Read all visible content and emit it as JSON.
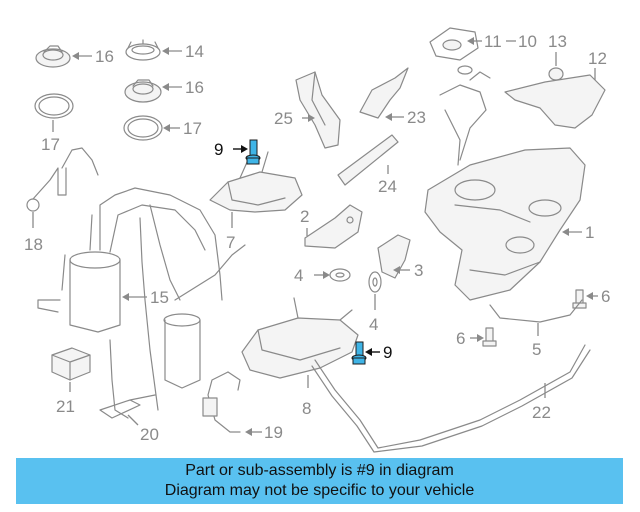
{
  "diagram": {
    "callouts": {
      "c1": "1",
      "c2": "2",
      "c3": "3",
      "c4a": "4",
      "c4b": "4",
      "c5": "5",
      "c6a": "6",
      "c6b": "6",
      "c7": "7",
      "c8": "8",
      "c9a": "9",
      "c9b": "9",
      "c10": "10",
      "c11": "11",
      "c12": "12",
      "c13": "13",
      "c14": "14",
      "c15": "15",
      "c16a": "16",
      "c16b": "16",
      "c17a": "17",
      "c17b": "17",
      "c18": "18",
      "c19": "19",
      "c20": "20",
      "c21": "21",
      "c22": "22",
      "c23": "23",
      "c24": "24",
      "c25": "25"
    },
    "highlight_color": "#3fb4e6"
  },
  "banner": {
    "line1": "Part or sub-assembly is #9 in diagram",
    "line2": "Diagram may not be specific to your vehicle",
    "background": "#59c1f0"
  }
}
